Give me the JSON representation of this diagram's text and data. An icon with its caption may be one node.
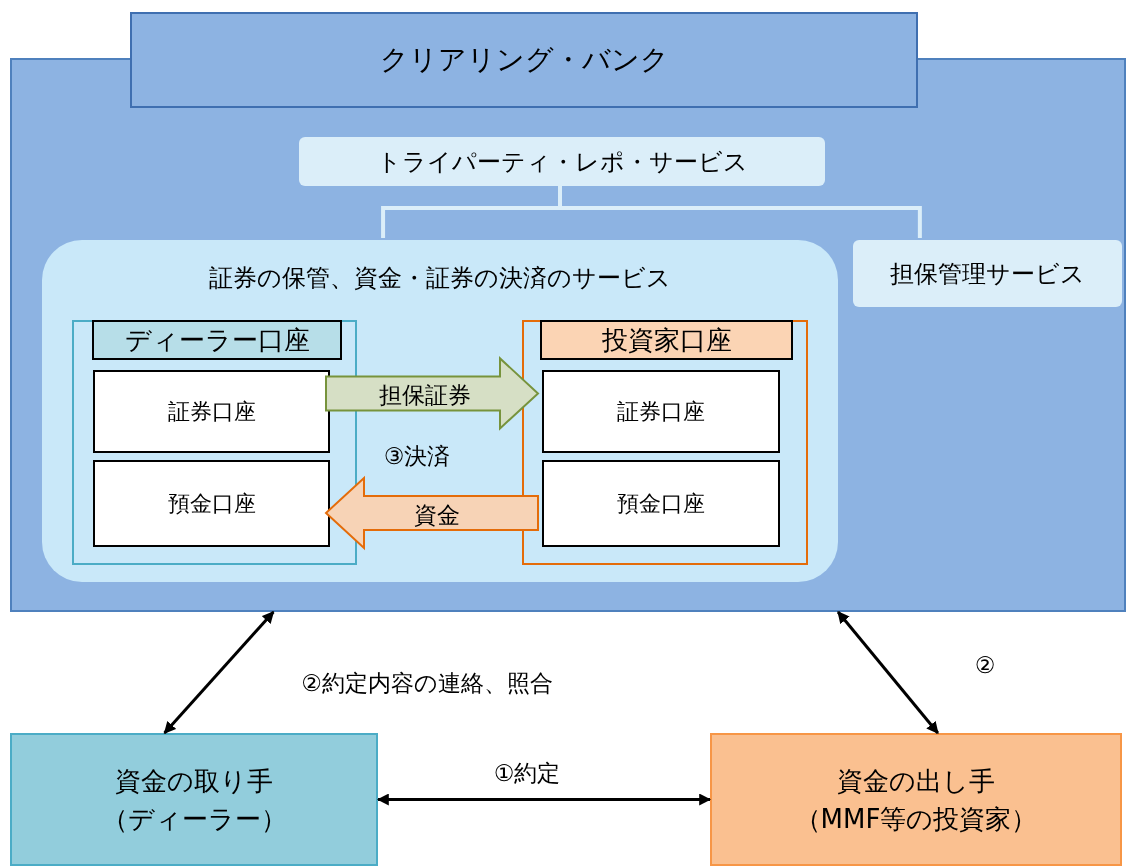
{
  "diagram": {
    "nodes": [
      {
        "text": [
          "クリアリング・バンク"
        ]
      },
      {
        "text": [
          "トライパーティ・レポ・サービス"
        ],
        "in": 0
      },
      {
        "text": [
          "証券の保管、資金・証券の決済のサービス"
        ],
        "in": 0
      },
      {
        "text": [
          "担保管理サービス"
        ],
        "in": 0
      },
      {
        "text": [
          "ディーラー口座"
        ],
        "in": 2
      },
      {
        "text": [
          "証券口座"
        ],
        "in": 4
      },
      {
        "text": [
          "預金口座"
        ],
        "in": 4
      },
      {
        "text": [
          "投資家口座"
        ],
        "in": 2
      },
      {
        "text": [
          "証券口座"
        ],
        "in": 7
      },
      {
        "text": [
          "預金口座"
        ],
        "in": 7
      },
      {
        "text": [
          "資金の取り手",
          "（ディーラー）"
        ]
      },
      {
        "text": [
          "資金の出し手",
          "（MMF等の投資家）"
        ]
      }
    ],
    "edges": [
      {
        "from": 1,
        "to": 2,
        "arrow": "none",
        "color": "#dbeef9"
      },
      {
        "from": 1,
        "to": 3,
        "arrow": "none",
        "color": "#dbeef9"
      },
      {
        "from": 10,
        "to": 0,
        "arrow": "both",
        "label": "②約定内容の連絡、照合"
      },
      {
        "from": 11,
        "to": 0,
        "arrow": "both",
        "label": "②"
      },
      {
        "from": 10,
        "to": 11,
        "arrow": "both",
        "label": "①約定"
      },
      {
        "from": 5,
        "to": 8,
        "arrow": "to",
        "label": "担保証券",
        "style": "thick",
        "color": "#77933c"
      },
      {
        "from": 9,
        "to": 6,
        "arrow": "to",
        "label": "資金",
        "style": "thick",
        "color": "#e46c0a"
      }
    ],
    "labels": [
      "③決済"
    ]
  }
}
